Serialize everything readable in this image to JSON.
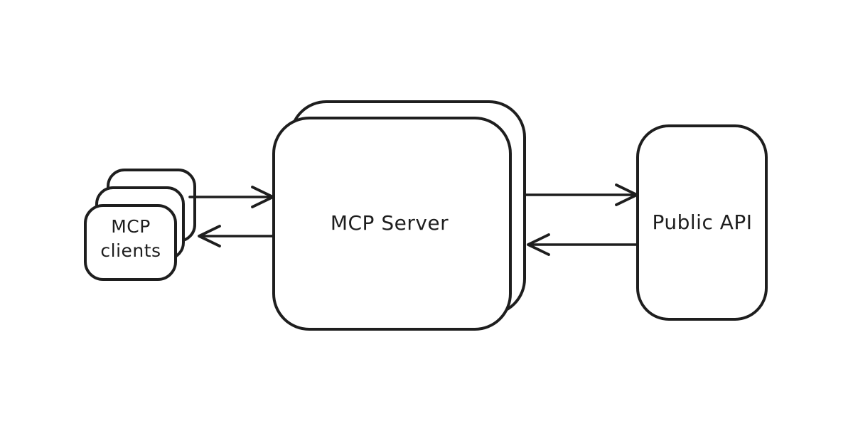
{
  "diagram": {
    "colors": {
      "ink": "#1e1e1e",
      "background": "#ffffff"
    },
    "nodes": {
      "clients": {
        "id": "mcp-clients",
        "label_line1": "MCP",
        "label_line2": "clients",
        "style": "stacked-card-x3"
      },
      "server": {
        "id": "mcp-server",
        "label": "MCP Server",
        "style": "stacked-card-x2"
      },
      "api": {
        "id": "public-api",
        "label": "Public API",
        "style": "single-card"
      }
    },
    "edges": [
      {
        "name": "clients-to-server",
        "from": "mcp-clients",
        "to": "mcp-server",
        "direction": "right"
      },
      {
        "name": "server-to-clients",
        "from": "mcp-server",
        "to": "mcp-clients",
        "direction": "left"
      },
      {
        "name": "server-to-api",
        "from": "mcp-server",
        "to": "public-api",
        "direction": "right"
      },
      {
        "name": "api-to-server",
        "from": "public-api",
        "to": "mcp-server",
        "direction": "left"
      }
    ]
  }
}
